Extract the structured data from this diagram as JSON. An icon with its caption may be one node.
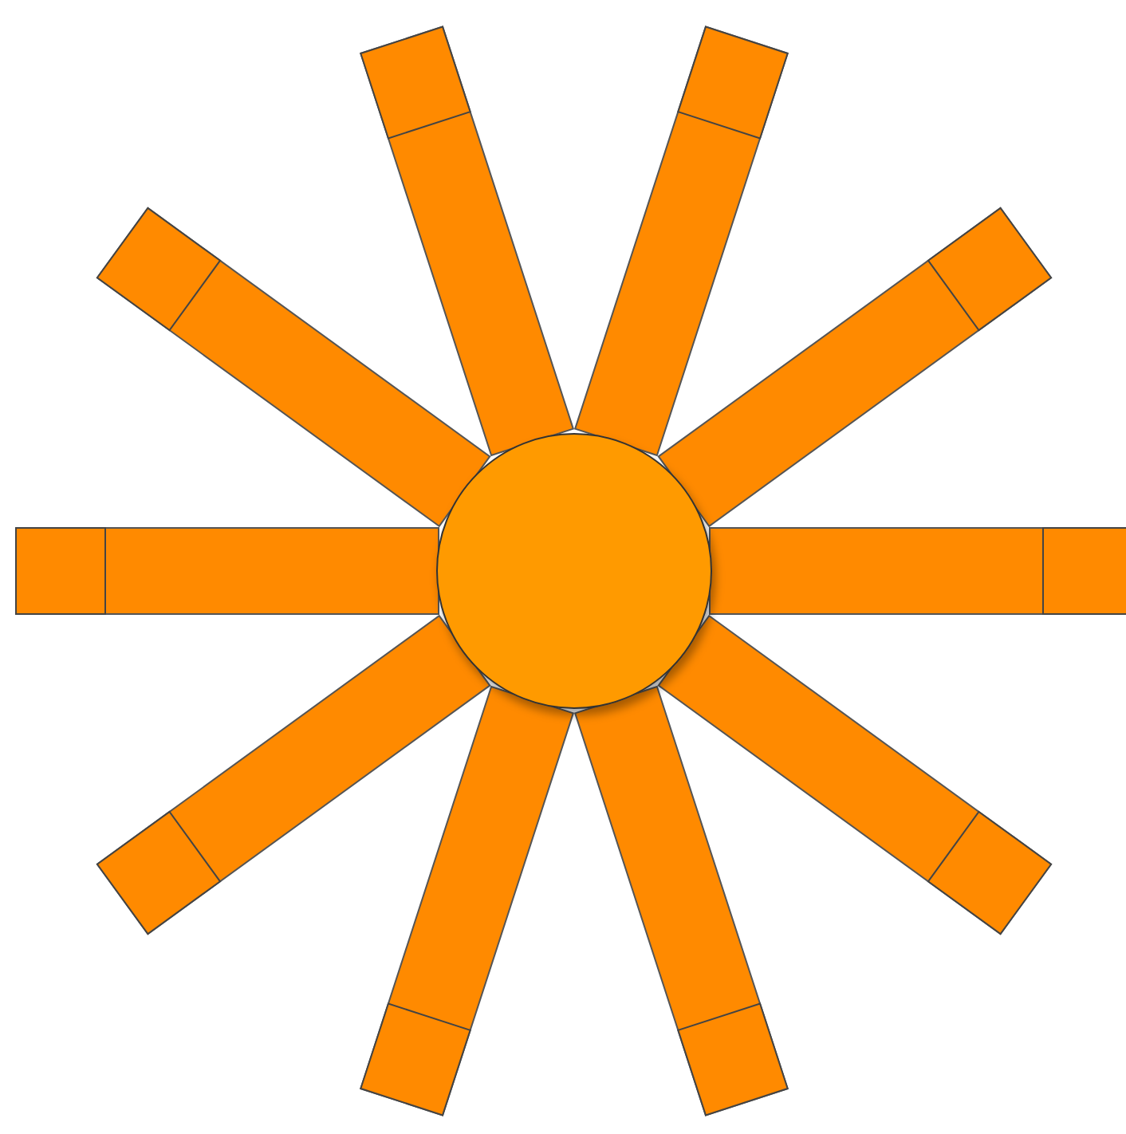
{
  "diagram": {
    "nodes": [
      {
        "text": [],
        "shape": "circle"
      },
      {
        "text": [],
        "shape": "bar"
      },
      {
        "text": [],
        "shape": "box",
        "in": 1
      },
      {
        "text": [],
        "shape": "bar"
      },
      {
        "text": [],
        "shape": "box",
        "in": 3
      },
      {
        "text": [],
        "shape": "bar"
      },
      {
        "text": [],
        "shape": "box",
        "in": 5
      },
      {
        "text": [],
        "shape": "bar"
      },
      {
        "text": [],
        "shape": "box",
        "in": 7
      },
      {
        "text": [],
        "shape": "bar"
      },
      {
        "text": [],
        "shape": "box",
        "in": 9
      },
      {
        "text": [],
        "shape": "bar"
      },
      {
        "text": [],
        "shape": "box",
        "in": 11
      },
      {
        "text": [],
        "shape": "bar"
      },
      {
        "text": [],
        "shape": "box",
        "in": 13
      },
      {
        "text": [],
        "shape": "bar"
      },
      {
        "text": [],
        "shape": "box",
        "in": 15
      },
      {
        "text": [],
        "shape": "bar"
      },
      {
        "text": [],
        "shape": "box",
        "in": 17
      },
      {
        "text": [],
        "shape": "bar"
      },
      {
        "text": [],
        "shape": "box",
        "in": 19
      }
    ],
    "edges": []
  }
}
